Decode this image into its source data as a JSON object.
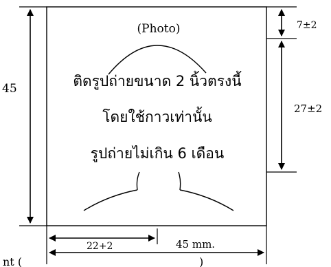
{
  "photo_label": "(Photo)",
  "instructions": [
    "ติดรูปถ่ายขนาด 2 นิ้วตรงนี้",
    "โดยใช้กาวเท่านั้น",
    "รูปถ่ายไม่เกิน 6 เดือน"
  ],
  "dimensions": {
    "height_total": "45",
    "top_margin": "7±2",
    "face_height": "27±2",
    "face_width": "22+2",
    "width_total": "45 mm."
  },
  "footer_text": "nt (",
  "footer_close": ")"
}
